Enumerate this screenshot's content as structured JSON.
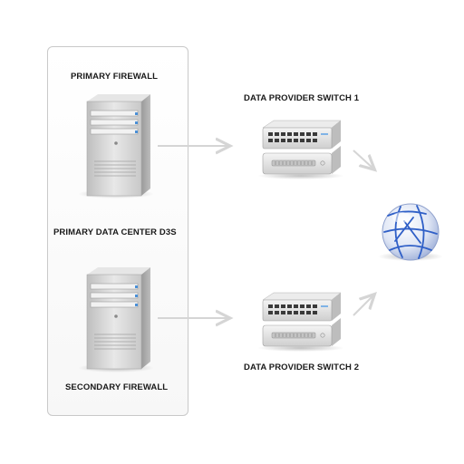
{
  "diagram": {
    "group": {
      "top_label": "PRIMARY FIREWALL",
      "middle_label": "PRIMARY DATA CENTER D3S",
      "bottom_label": "SECONDARY FIREWALL"
    },
    "switch_top_label": "DATA PROVIDER SWITCH 1",
    "switch_bottom_label": "DATA PROVIDER SWITCH 2",
    "icons": {
      "server": "server-tower-icon",
      "switch": "network-switch-icon",
      "internet": "globe-icon"
    },
    "colors": {
      "server_body": "#d9d9d9",
      "server_light": "#4a8fd6",
      "arrow": "#d5d5d5",
      "globe": "#b8c6e6",
      "globe_lines": "#2f5fc7"
    }
  }
}
